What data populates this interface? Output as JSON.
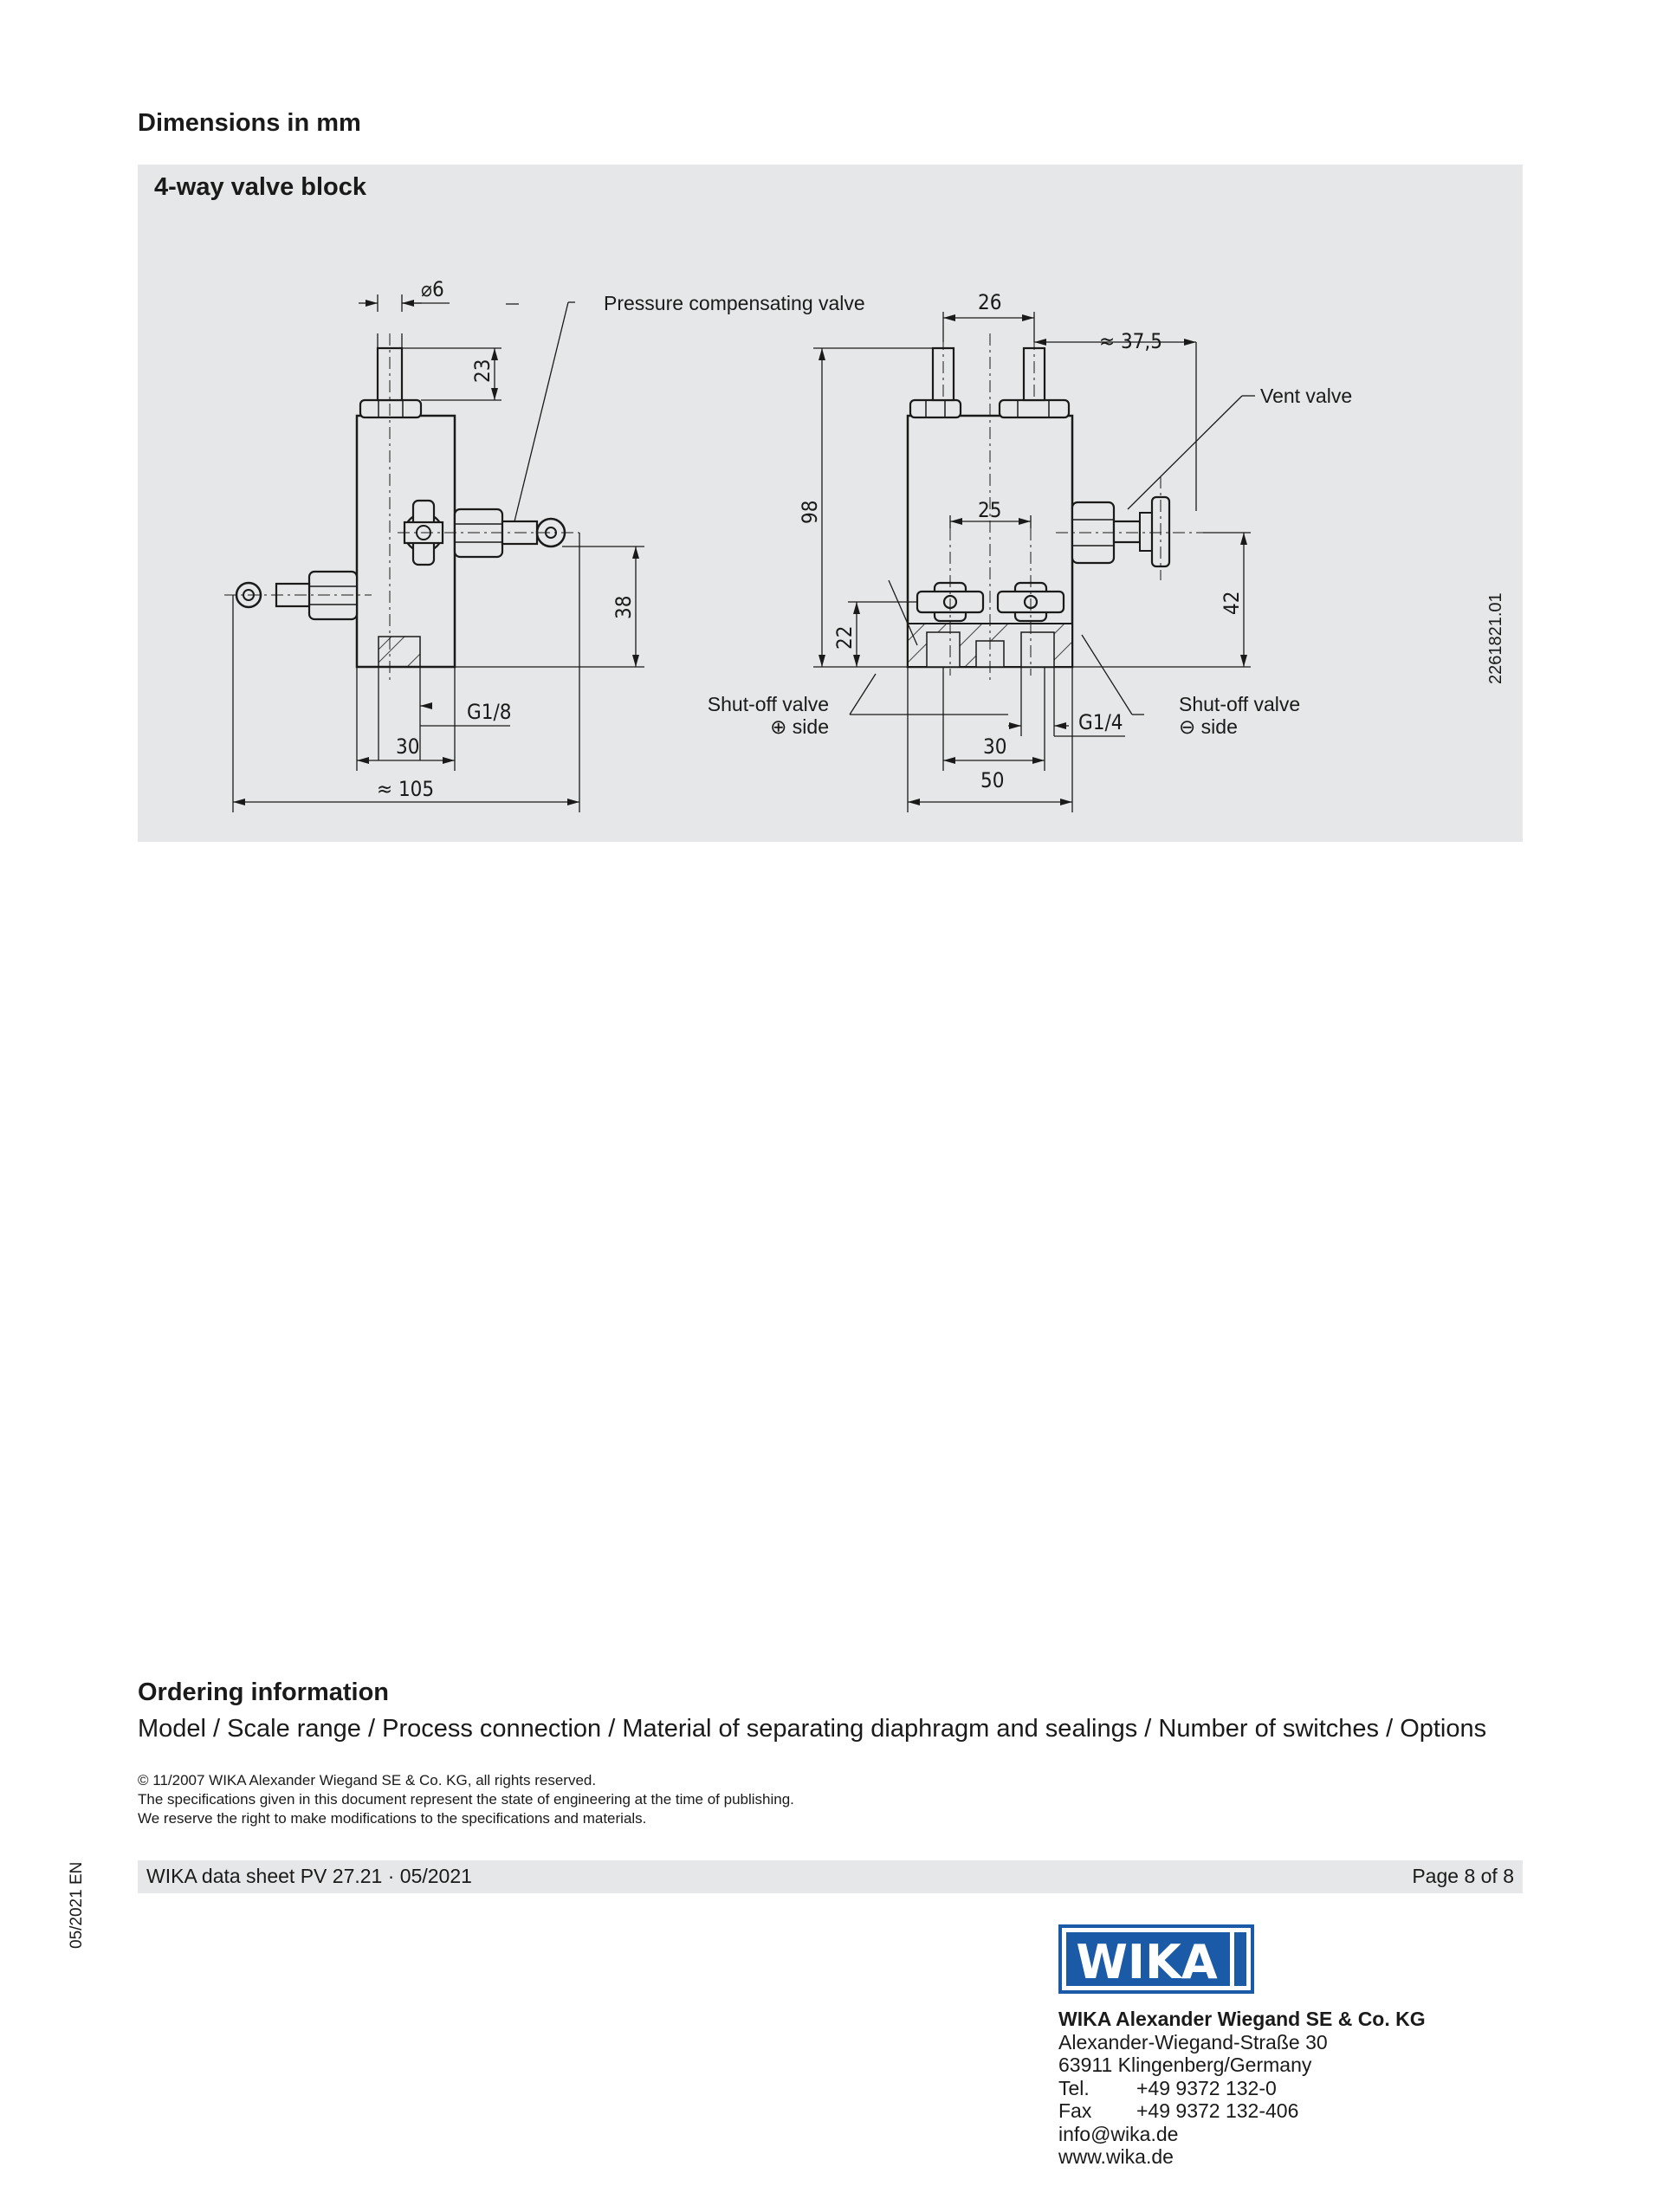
{
  "section_heading": "Dimensions in mm",
  "figure": {
    "title": "4-way valve block",
    "drawing_number": "2261821.01",
    "labels": {
      "pressure_compensating_valve": "Pressure compensating valve",
      "vent_valve": "Vent valve",
      "shutoff_plus_line1": "Shut-off valve",
      "shutoff_plus_line2": "⊕ side",
      "shutoff_minus_line1": "Shut-off valve",
      "shutoff_minus_line2": "⊖ side"
    },
    "dimensions": {
      "diameter_6": "⌀6",
      "d23": "23",
      "d38": "38",
      "g18": "G1/8",
      "d30_left": "30",
      "d105": "≈ 105",
      "d26": "26",
      "d37_5": "≈ 37,5",
      "d98": "98",
      "d25": "25",
      "d22": "22",
      "d42": "42",
      "g14": "G1/4",
      "d30_right": "30",
      "d50": "50"
    }
  },
  "ordering": {
    "heading": "Ordering information",
    "text": "Model / Scale range / Process connection / Material of separating diaphragm and sealings / Number of switches / Options"
  },
  "copyright": {
    "line1": "© 11/2007 WIKA Alexander Wiegand SE & Co. KG, all rights reserved.",
    "line2": "The specifications given in this document represent the state of engineering at the time of publishing.",
    "line3": "We reserve the right to make modifications to the specifications and materials."
  },
  "footer": {
    "left": "WIKA data sheet PV 27.21 · 05/2021",
    "right": "Page 8 of 8",
    "side_date": "05/2021 EN"
  },
  "logo_text": "WIKA",
  "brand_color": "#1b5aa6",
  "address": {
    "company": "WIKA Alexander Wiegand SE & Co. KG",
    "street": "Alexander-Wiegand-Straße 30",
    "city": "63911 Klingenberg/Germany",
    "tel_label": "Tel.",
    "tel": "+49 9372 132-0",
    "fax_label": "Fax",
    "fax": "+49 9372 132-406",
    "email": "info@wika.de",
    "web": "www.wika.de"
  }
}
